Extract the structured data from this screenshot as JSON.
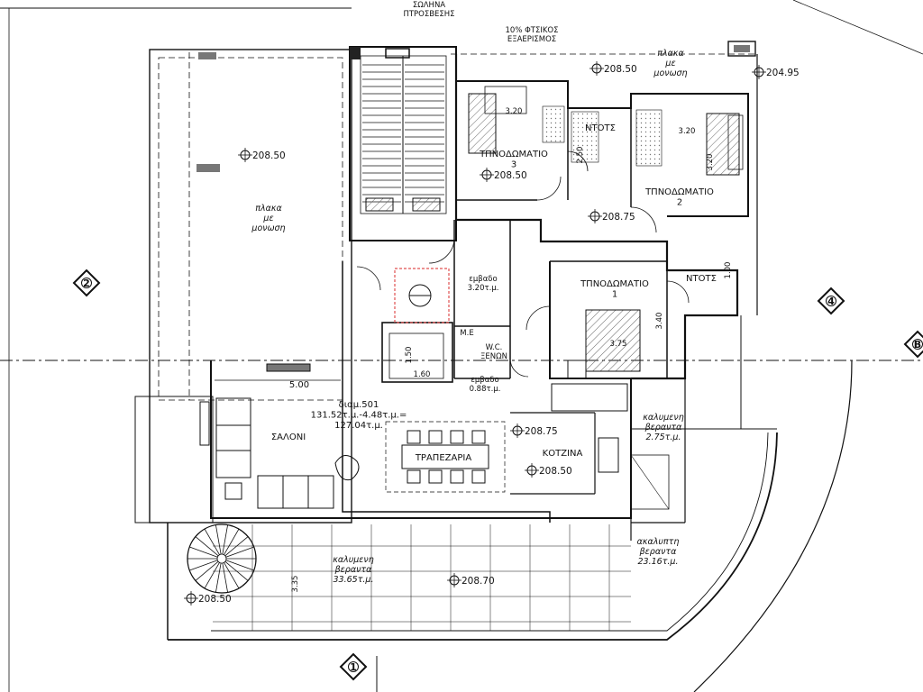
{
  "colors": {
    "ink": "#111111",
    "hatch": "#666666",
    "fill_dark": "#777777",
    "highlight": "#e05050",
    "paper": "#ffffff"
  },
  "annotations": {
    "sliding_door": "ΣΩΛΗΝΑ\nΠΤΡΟΣΒΕΣΗΣ",
    "natural_vent": "10% ΦΤΣΙΚΟΣ\nΕΞΑΕΡΙΣΜΟΣ",
    "slab_top_right": "πλακα\nμε\nμονωση",
    "slab_left": "πλακα\nμε\nμονωση"
  },
  "levels": {
    "top_right_outer": "204.95",
    "top_center": "208.50",
    "left_slab": "208.50",
    "bedroom3": "208.50",
    "bedroom_zone": "208.75",
    "dining": "208.75",
    "kitchen": "208.50",
    "veranda": "208.70",
    "bottom_left": "208.50"
  },
  "rooms": {
    "bedroom3": "ΤΠΝΟΔΩΜΑΤΙΟ\n3",
    "bedroom2": "ΤΠΝΟΔΩΜΑΤΙΟ\n2",
    "bedroom1": "ΤΠΝΟΔΩΜΑΤΙΟ\n1",
    "bath_top": "ΝΤΟΤΣ",
    "bath_right": "ΝΤΟΤΣ",
    "living": "ΣΑΛΟΝΙ",
    "dining": "ΤΡΑΠΕΖΑΡΙΑ",
    "kitchen": "ΚΟΤΖΙΝΑ",
    "me": "Μ.Ε",
    "wc": "W.C.\nΞΕΝΩΝ"
  },
  "areas": {
    "apartment": "διαμ.501\n131.52τ.μ.-4.48τ.μ.=\n127.04τ.μ.",
    "storage": "εμβαδο\n3.20τ.μ.",
    "wc_area": "εμβαδο\n0.88τ.μ.",
    "covered_right": "καλυμενη\nβεραντα\n2.75τ.μ.",
    "covered_bottom": "καλυμενη\nβεραντα\n33.65τ.μ.",
    "open_veranda": "ακαλυπτη\nβεραντα\n23.16τ.μ."
  },
  "dimensions": {
    "bed3_w": "3.20",
    "bed2_w": "3.20",
    "bed2_h": "3.20",
    "bath_w": "2.50",
    "bed1_w": "3.75",
    "bed1_h": "3.40",
    "bath_right_h": "1.00",
    "lift_h": "1.50",
    "lift_w": "1.60",
    "living_w": "5.00",
    "veranda_h": "3.35"
  },
  "grid_axes": {
    "left": "2",
    "right": "4",
    "bottom": "1",
    "edge": "B"
  }
}
